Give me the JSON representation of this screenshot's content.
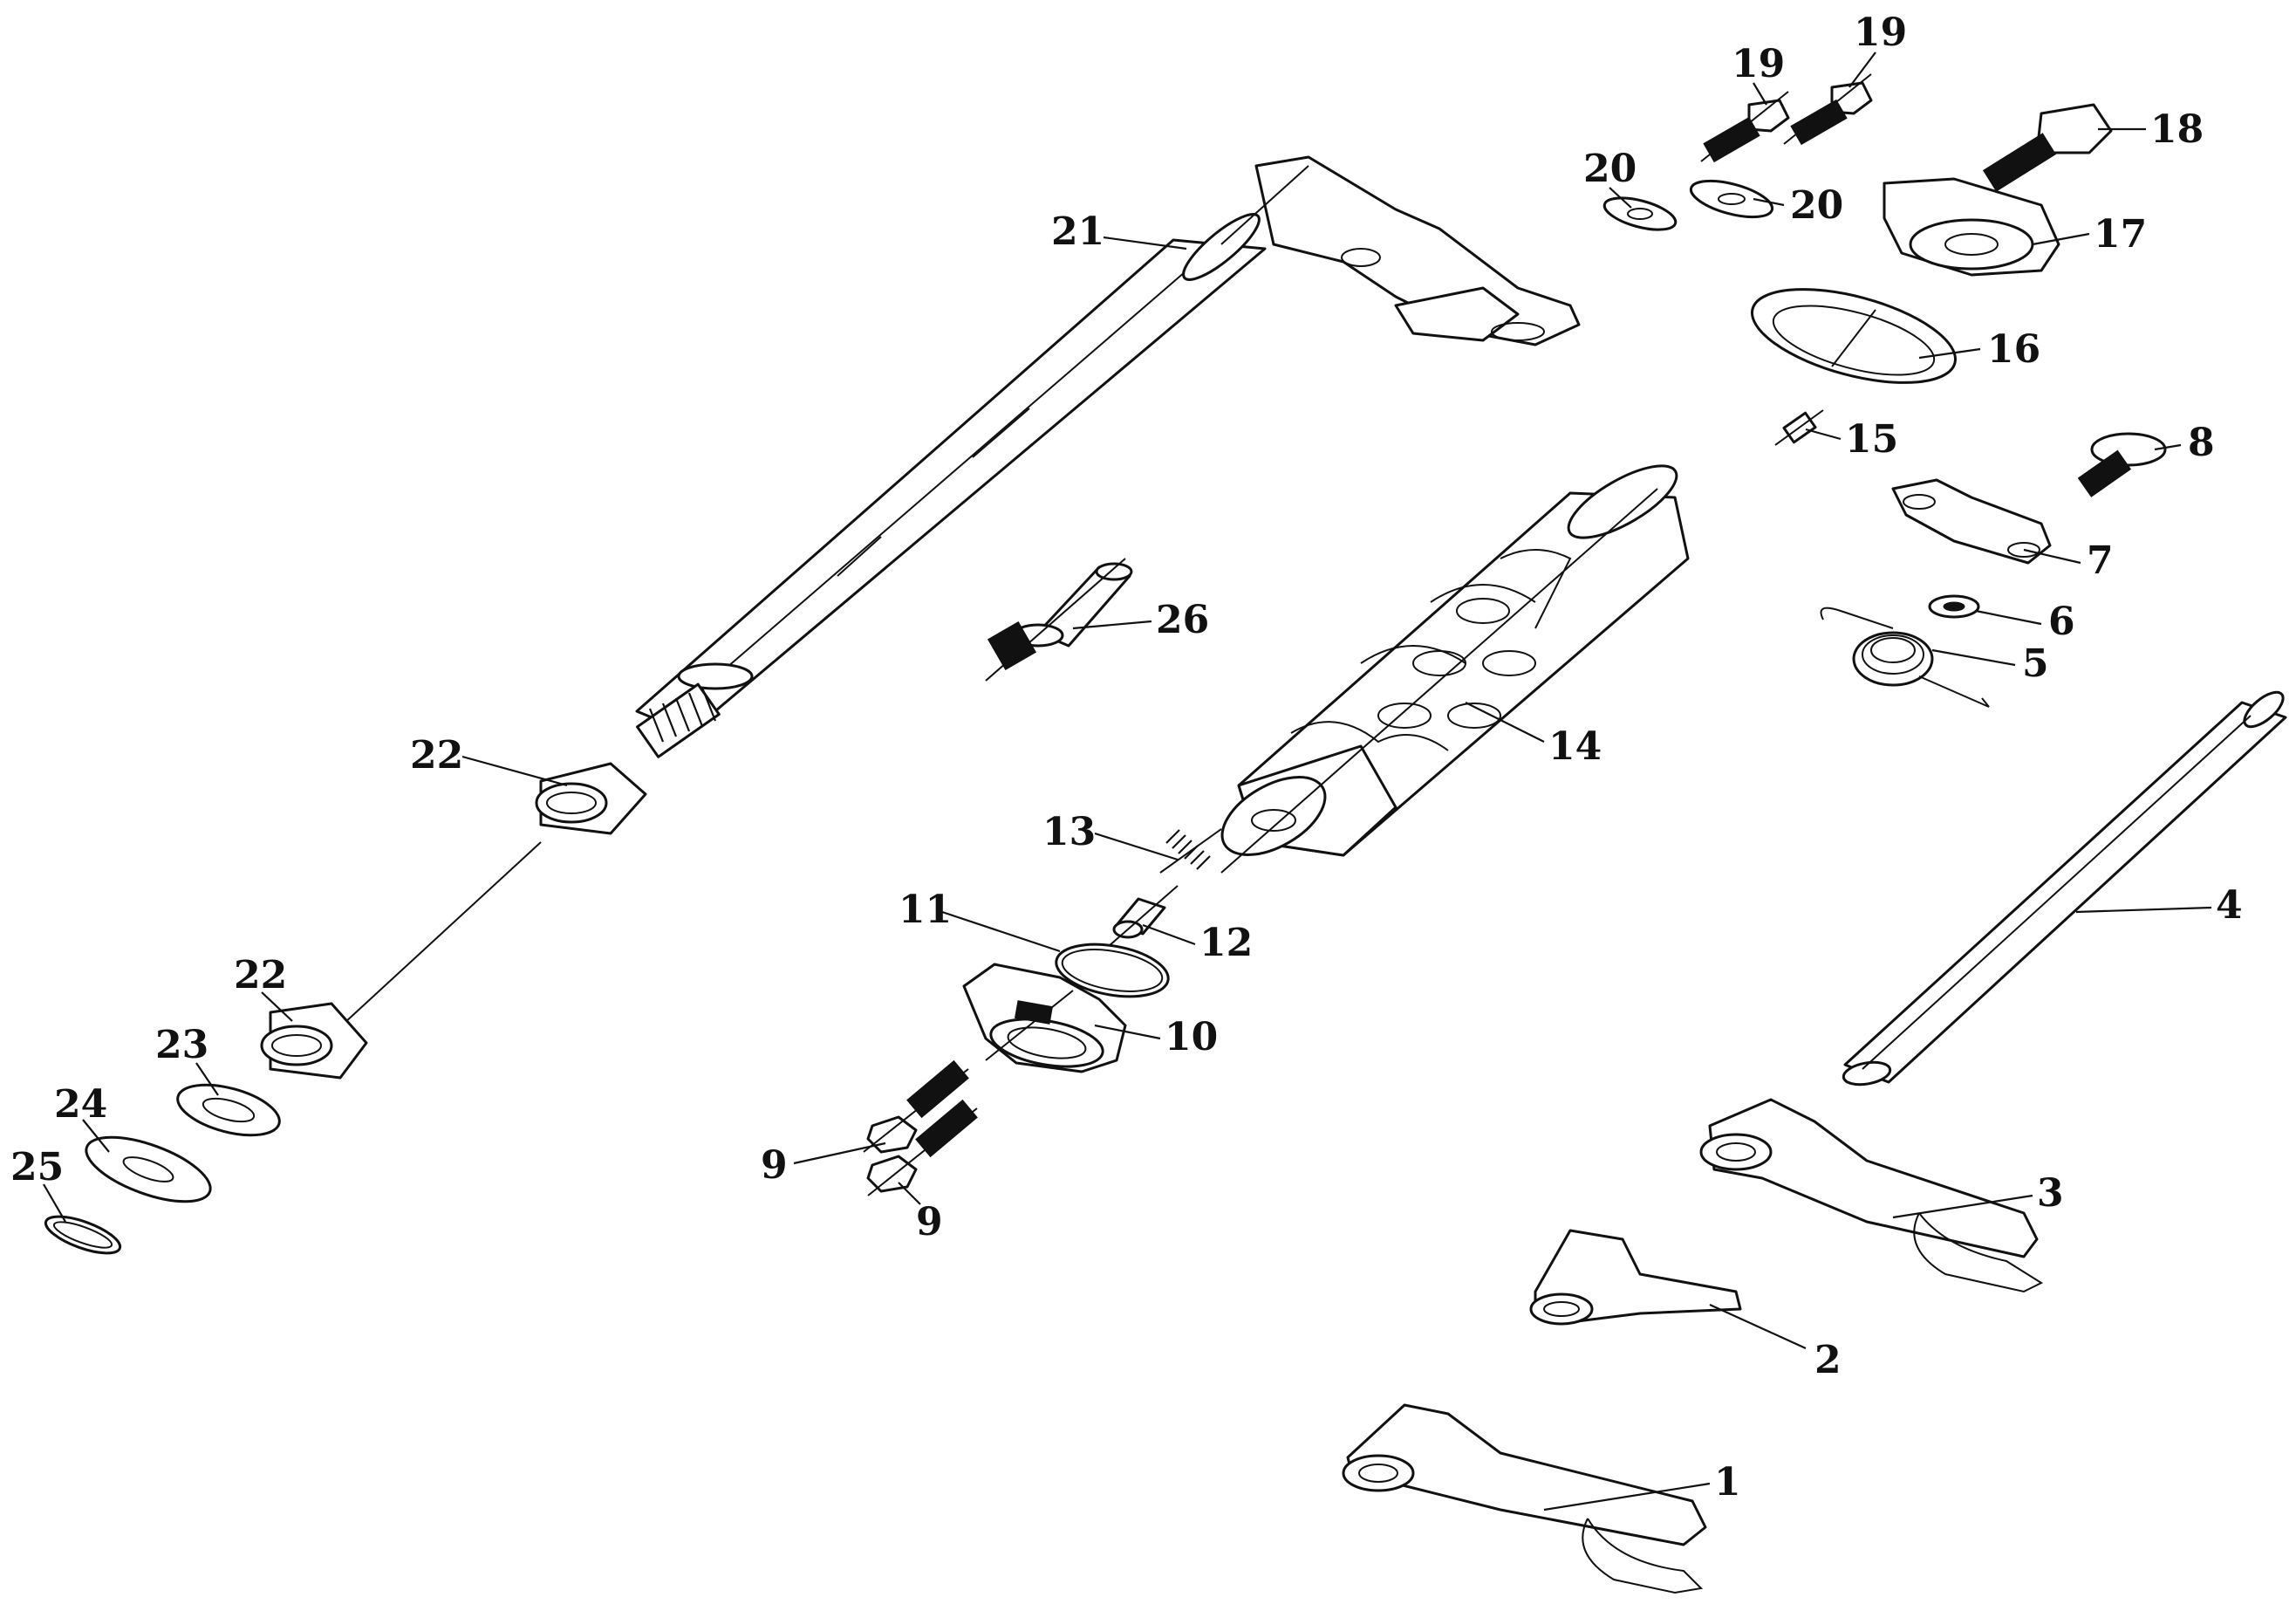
{
  "labels": {
    "p1": "1",
    "p2": "2",
    "p3": "3",
    "p4": "4",
    "p5": "5",
    "p6": "6",
    "p7": "7",
    "p8": "8",
    "p9a": "9",
    "p9b": "9",
    "p10": "10",
    "p11": "11",
    "p12": "12",
    "p13": "13",
    "p14": "14",
    "p15": "15",
    "p16": "16",
    "p17": "17",
    "p18": "18",
    "p19a": "19",
    "p19b": "19",
    "p20a": "20",
    "p20b": "20",
    "p21": "21",
    "p22a": "22",
    "p22b": "22",
    "p23": "23",
    "p24": "24",
    "p25": "25",
    "p26": "26"
  }
}
